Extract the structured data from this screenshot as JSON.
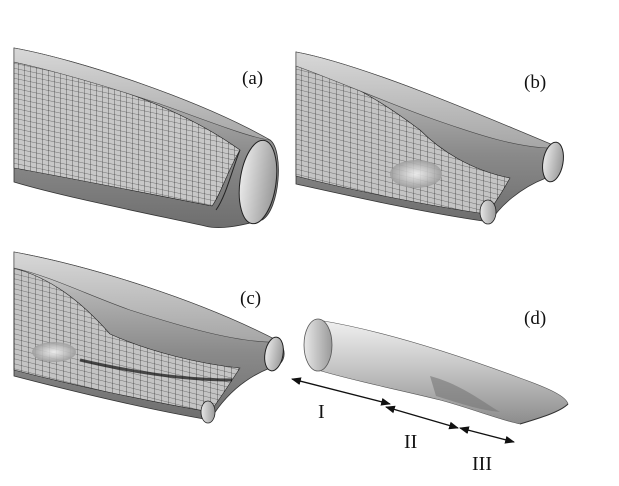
{
  "panels": [
    {
      "id": "a",
      "label": "(a)"
    },
    {
      "id": "b",
      "label": "(b)"
    },
    {
      "id": "c",
      "label": "(c)"
    },
    {
      "id": "d",
      "label": "(d)"
    }
  ],
  "regions": [
    {
      "id": "I",
      "label": "I"
    },
    {
      "id": "II",
      "label": "II"
    },
    {
      "id": "III",
      "label": "III"
    }
  ],
  "colors": {
    "surface": "#bcbcbc",
    "mesh": "#1a1a1a",
    "background": "#ffffff"
  }
}
